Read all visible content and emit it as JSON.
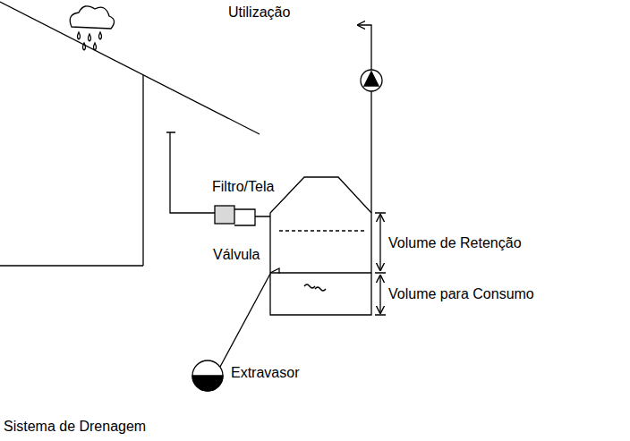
{
  "diagram": {
    "labels": [
      "Utilização",
      "Filtro/Tela",
      "Volume de Retenção",
      "Válvula",
      "Volume para Consumo",
      "Extravasor",
      "Sistema de Drenagem"
    ]
  }
}
